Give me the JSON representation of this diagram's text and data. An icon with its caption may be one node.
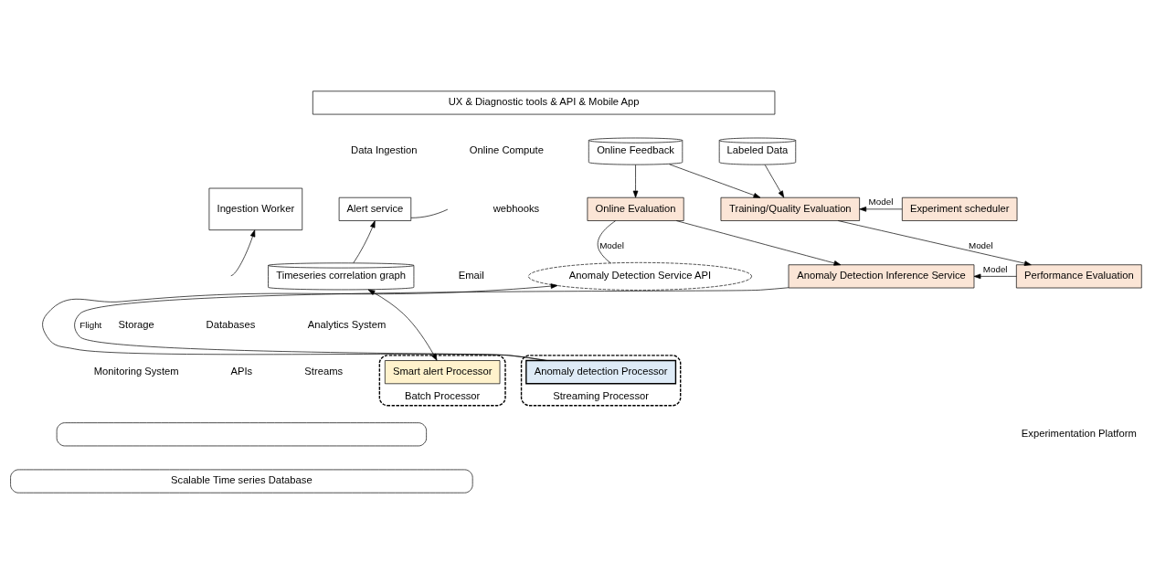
{
  "diagram": {
    "nodes": [
      {
        "text": [
          "UX & Diagnostic tools & API & Mobile App"
        ]
      },
      {
        "text": [
          "Ingestion Worker"
        ]
      },
      {
        "text": [
          "Alert service"
        ]
      },
      {
        "text": [
          "Timeseries correlation graph"
        ]
      },
      {
        "text": [
          "Batch Processor"
        ]
      },
      {
        "text": [
          "Smart alert Processor"
        ],
        "in": 4
      },
      {
        "text": [
          "Streaming Processor"
        ]
      },
      {
        "text": [
          "Anomaly detection Processor"
        ],
        "in": 6
      },
      {
        "text": [
          "Anomaly Detection Service API"
        ]
      },
      {
        "text": [
          "Online Feedback"
        ]
      },
      {
        "text": [
          "Labeled Data"
        ]
      },
      {
        "text": [
          "Online Evaluation"
        ]
      },
      {
        "text": [
          "Training/Quality Evaluation"
        ]
      },
      {
        "text": [
          "Experiment scheduler"
        ]
      },
      {
        "text": [
          "Anomaly Detection Inference Service"
        ]
      },
      {
        "text": [
          "Performance Evaluation"
        ]
      },
      {
        "text": [],
        "shape": "box"
      },
      {
        "text": [
          "Scalable Time series Database"
        ]
      }
    ],
    "edges": [
      {
        "from": null,
        "to": 1,
        "arrow": "to"
      },
      {
        "from": 2,
        "to": null,
        "arrow": "none"
      },
      {
        "from": 3,
        "to": 2,
        "arrow": "to"
      },
      {
        "from": 5,
        "to": 3,
        "arrow": "both"
      },
      {
        "from": 7,
        "to": 8,
        "arrow": "to"
      },
      {
        "from": 8,
        "to": 11,
        "arrow": "none",
        "label": "Model"
      },
      {
        "from": 9,
        "to": 11,
        "arrow": "to"
      },
      {
        "from": 9,
        "to": 12,
        "arrow": "to"
      },
      {
        "from": 10,
        "to": 12,
        "arrow": "to"
      },
      {
        "from": 13,
        "to": 12,
        "arrow": "to",
        "label": "Model"
      },
      {
        "from": 11,
        "to": 14,
        "arrow": "to"
      },
      {
        "from": 12,
        "to": 15,
        "arrow": "to",
        "label": "Model"
      },
      {
        "from": 15,
        "to": 14,
        "arrow": "to",
        "label": "Model"
      },
      {
        "from": 7,
        "to": 14,
        "arrow": "none",
        "label": "Flight"
      }
    ],
    "labels": [
      "Data Ingestion",
      "Online Compute",
      "webhooks",
      "Email",
      "Storage",
      "Databases",
      "Analytics System",
      "Monitoring System",
      "APIs",
      "Streams",
      "Experimentation Platform"
    ]
  }
}
